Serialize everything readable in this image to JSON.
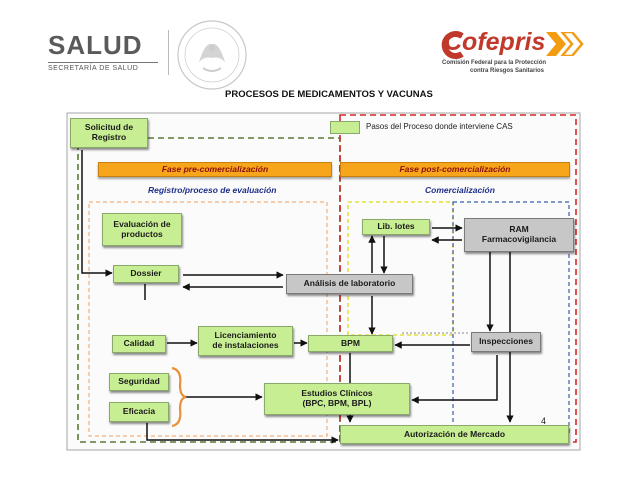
{
  "header": {
    "salud_word": "SALUD",
    "salud_sub": "SECRETARÍA DE SALUD",
    "cofepris_word": "Cofepris",
    "cofepris_sub1": "Comisión Federal para la Protección",
    "cofepris_sub2": "contra Riesgos Sanitarios",
    "colors": {
      "salud": "#5a5a5a",
      "cofepris_red": "#c0392b",
      "cofepris_orange": "#f39c12"
    }
  },
  "title": "PROCESOS DE MEDICAMENTOS Y VACUNAS",
  "diagram": {
    "solicitud": "Solicitud de\nRegistro",
    "legend": "Pasos del Proceso donde interviene CAS",
    "fase_pre": "Fase pre-comercialización",
    "fase_post": "Fase post-comercialización",
    "registro": "Registro/proceso de evaluación",
    "comercializacion": "Comercialización",
    "evaluacion": "Evaluación de\nproductos",
    "dossier": "Dossier",
    "analisis": "Análisis de laboratorio",
    "lib_lotes": "Lib. lotes",
    "ram": "RAM\nFarmacovigilancia",
    "calidad": "Calidad",
    "licenciamiento": "Licenciamiento\nde instalaciones",
    "bpm": "BPM",
    "inspecciones": "Inspecciones",
    "seguridad": "Seguridad",
    "eficacia": "Eficacia",
    "estudios": "Estudios Clínicos\n(BPC, BPM, BPL)",
    "autorizacion": "Autorización de Mercado",
    "page_number": "4",
    "colors": {
      "green": "#c8ee93",
      "grey": "#c7c7c7",
      "orange": "#f7a51a",
      "red_dash": "#d62828",
      "green_dash": "#5a7a3a",
      "blue_dash": "#3b5ea8",
      "orange_dash": "#f0a060",
      "yellow_dash": "#e8e03a"
    }
  }
}
